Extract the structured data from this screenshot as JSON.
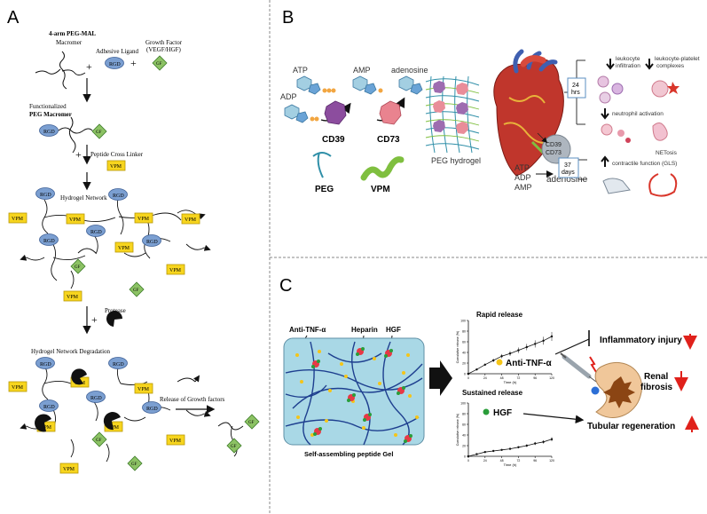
{
  "panelA": {
    "letter": "A",
    "macromer_line1": "4-arm PEG-MAL",
    "macromer_line2": "Macromer",
    "plus": "+",
    "adhesive_ligand": "Adhesive Ligand",
    "growth_factor_line1": "Growth Factor",
    "growth_factor_line2": "(VEGF/HGF)",
    "rgd": "RGD",
    "gf": "GF",
    "vpm": "VPM",
    "functionalized_line1": "Functionalized",
    "functionalized_line2": "PEG Macromer",
    "peptide_cross_linker": "Peptide Cross Linker",
    "hydrogel_network": "Hydrogel Network",
    "protease": "Protease",
    "degradation": "Hydrogel Network Degradation",
    "release": "Release of Growth factors"
  },
  "panelB": {
    "letter": "B",
    "atp": "ATP",
    "adp": "ADP",
    "amp": "AMP",
    "adenosine": "adenosine",
    "cd39": "CD39",
    "cd73": "CD73",
    "peg_hydrogel": "PEG hydrogel",
    "peg": "PEG",
    "vpm": "VPM",
    "heart_label": "CD39\nCD73",
    "out_atp": "ATP",
    "out_adp": "ADP",
    "out_amp": "AMP",
    "out_adenosine": "adenosine",
    "hrs_num": "24",
    "hrs_unit": "hrs",
    "days_num": "37",
    "days_unit": "days",
    "leukocyte_infiltration_1": "leukocyte",
    "leukocyte_infiltration_2": "infiltration",
    "leukocyte_platelet_1": "leukocyte-platelet",
    "leukocyte_platelet_2": "complexes",
    "neutrophil_activation": "neutrophil activation",
    "netosis": "NETosis",
    "contractile_function": "contractile function (GLS)"
  },
  "panelC": {
    "letter": "C",
    "anti_tnf": "Anti-TNF-α",
    "heparin": "Heparin",
    "hgf": "HGF",
    "gel_caption": "Self-assembling peptide Gel",
    "rapid_release": "Rapid release",
    "sustained_release": "Sustained release",
    "anti_tnf_legend": "Anti-TNF-α",
    "hgf_legend": "HGF",
    "y_axis_label": "Cumulative release (%)",
    "x_axis_label": "Time (h)",
    "x_ticks": [
      "0",
      "24",
      "48",
      "72",
      "96",
      "120"
    ],
    "y_ticks": [
      "0",
      "20",
      "40",
      "60",
      "80",
      "100"
    ],
    "inflammatory_injury": "Inflammatory injury",
    "renal_fibrosis_1": "Renal",
    "renal_fibrosis_2": "fibrosis",
    "tubular_regeneration": "Tubular regeneration",
    "colors": {
      "anti_tnf": "#f5c518",
      "hgf": "#2a9d3a",
      "arrow": "#e0211b",
      "gel": "#a9d8e6"
    }
  },
  "chart_data": [
    {
      "type": "line",
      "title": "Rapid release",
      "xlabel": "Time (h)",
      "ylabel": "Cumulative release (%)",
      "xlim": [
        0,
        120
      ],
      "ylim": [
        0,
        100
      ],
      "x": [
        0,
        12,
        24,
        36,
        48,
        60,
        72,
        84,
        96,
        108,
        120
      ],
      "series": [
        {
          "name": "Anti-TNF-α",
          "values": [
            0,
            8,
            17,
            25,
            33,
            38,
            44,
            50,
            56,
            62,
            70
          ]
        }
      ]
    },
    {
      "type": "line",
      "title": "Sustained release",
      "xlabel": "Time (h)",
      "ylabel": "Cumulative release (%)",
      "xlim": [
        0,
        120
      ],
      "ylim": [
        0,
        100
      ],
      "x": [
        0,
        12,
        24,
        36,
        48,
        60,
        72,
        84,
        96,
        108,
        120
      ],
      "series": [
        {
          "name": "HGF",
          "values": [
            0,
            4,
            8,
            10,
            12,
            14,
            17,
            20,
            24,
            27,
            32
          ]
        }
      ]
    }
  ]
}
